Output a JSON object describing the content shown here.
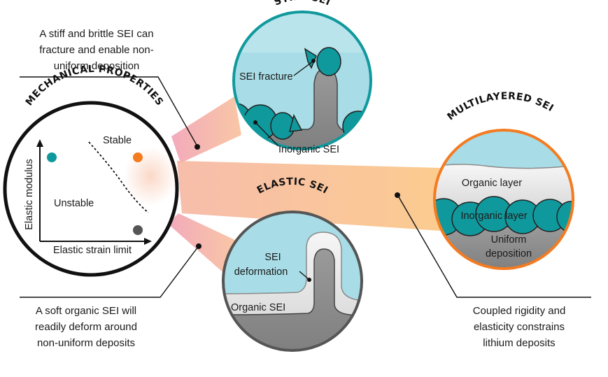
{
  "mechanical": {
    "title": "MECHANICAL PROPERTIES",
    "stable_label": "Stable",
    "unstable_label": "Unstable",
    "y_axis": "Elastic modulus",
    "x_axis": "Elastic strain limit",
    "dot_colors": {
      "stiff": "#10999d",
      "multilayered": "#f47b20",
      "elastic": "#555555"
    }
  },
  "stiff": {
    "title": "STIFF SEI",
    "fracture_label": "SEI fracture",
    "inorganic_label": "Inorganic SEI",
    "caption": [
      "A stiff and brittle SEI can",
      "fracture and enable non-",
      "uniform deposition"
    ]
  },
  "elastic": {
    "title": "ELASTIC SEI",
    "deformation_label": [
      "SEI",
      "deformation"
    ],
    "organic_label": "Organic SEI",
    "caption": [
      "A soft organic SEI will",
      "readily deform around",
      "non-uniform deposits"
    ]
  },
  "multilayered": {
    "title": "MULTILAYERED SEI",
    "organic_label": "Organic layer",
    "inorganic_label": "Inorganic layer",
    "deposition_label": [
      "Uniform",
      "deposition"
    ],
    "caption": [
      "Coupled rigidity and",
      "elasticity constrains",
      "lithium deposits"
    ]
  },
  "colors": {
    "teal": "#10999d",
    "orange": "#f47b20",
    "grey_ring": "#555555",
    "electrolyte": "#a8dce6",
    "lithium": "#8e8e8e",
    "organic": "#e6e6e6"
  }
}
